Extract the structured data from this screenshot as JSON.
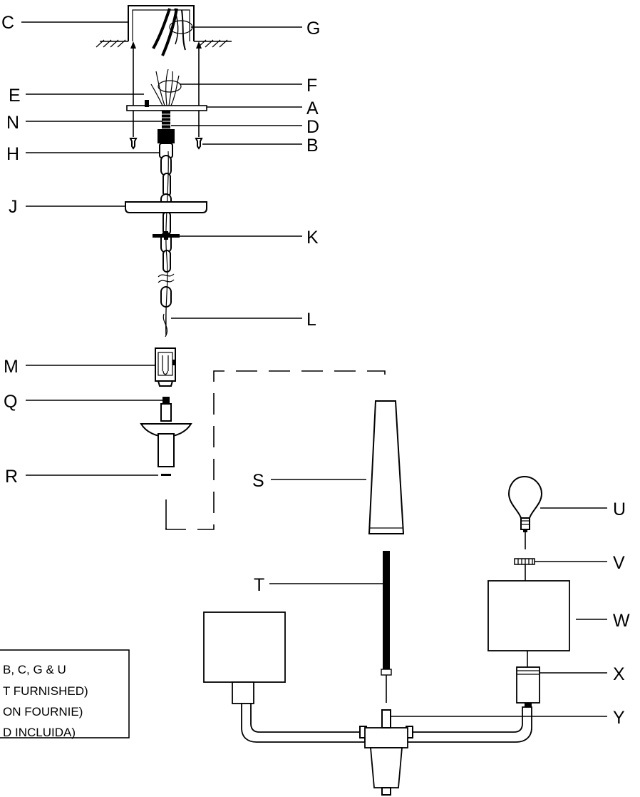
{
  "labels": {
    "C": "C",
    "G": "G",
    "E": "E",
    "F": "F",
    "N": "N",
    "A": "A",
    "D": "D",
    "H": "H",
    "B": "B",
    "J": "J",
    "K": "K",
    "L": "L",
    "M": "M",
    "Q": "Q",
    "R": "R",
    "S": "S",
    "T": "T",
    "U": "U",
    "V": "V",
    "W": "W",
    "X": "X",
    "Y": "Y"
  },
  "note": {
    "line1": "B, C, G & U",
    "line2": "T FURNISHED)",
    "line3": "ON FOURNIE)",
    "line4": "D INCLUIDA)"
  }
}
